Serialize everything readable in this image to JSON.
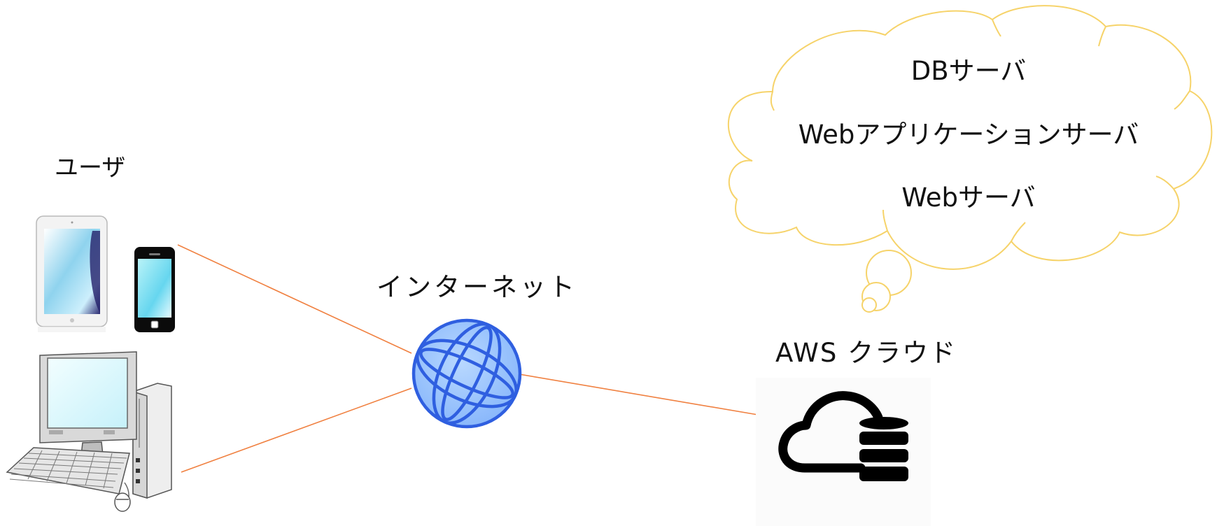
{
  "labels": {
    "user": "ユーザ",
    "internet": "インターネット",
    "aws": "AWS クラウド"
  },
  "cloud_items": [
    "DBサーバ",
    "Webアプリケーションサーバ",
    "Webサーバ"
  ],
  "colors": {
    "connector": "#f08040",
    "thought_cloud_outline": "#f6d36a",
    "globe_stroke": "#2f5fe0",
    "globe_fill": "#9ec6ff",
    "aws_icon": "#000000"
  },
  "icons": {
    "tablet": "tablet-icon",
    "smartphone": "smartphone-icon",
    "desktop": "desktop-pc-icon",
    "globe": "globe-icon",
    "aws": "cloud-database-icon"
  }
}
